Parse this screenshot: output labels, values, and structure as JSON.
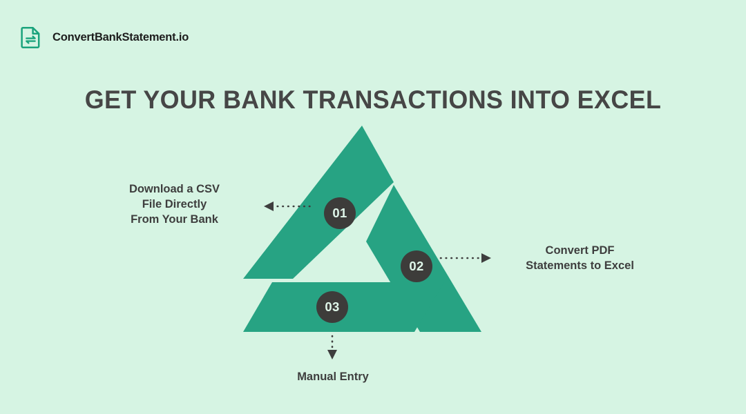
{
  "brand": {
    "name": "ConvertBankStatement.io",
    "icon": "file-swap-icon"
  },
  "headline": "GET YOUR BANK TRANSACTIONS INTO EXCEL",
  "colors": {
    "background": "#d6f4e3",
    "accent_green": "#27a383",
    "badge_dark": "#3d3c3a",
    "badge_text": "#dff6e9",
    "text_dark": "#3e3e3e",
    "headline": "#464646"
  },
  "chart_data": {
    "type": "diagram",
    "shape": "segmented-triangle",
    "title": "GET YOUR BANK TRANSACTIONS INTO EXCEL",
    "steps": [
      {
        "number": "01",
        "label": "Download a CSV\nFile Directly\nFrom Your Bank",
        "arrow": "left",
        "segment": "left-leg"
      },
      {
        "number": "02",
        "label": "Convert PDF\nStatements to Excel",
        "arrow": "right",
        "segment": "right-leg"
      },
      {
        "number": "03",
        "label": "Manual Entry",
        "arrow": "down",
        "segment": "base-bar"
      }
    ]
  },
  "steps": {
    "one": {
      "number": "01",
      "label": "Download a CSV\nFile Directly\nFrom Your Bank"
    },
    "two": {
      "number": "02",
      "label": "Convert PDF\nStatements to Excel"
    },
    "three": {
      "number": "03",
      "label": "Manual Entry"
    }
  }
}
